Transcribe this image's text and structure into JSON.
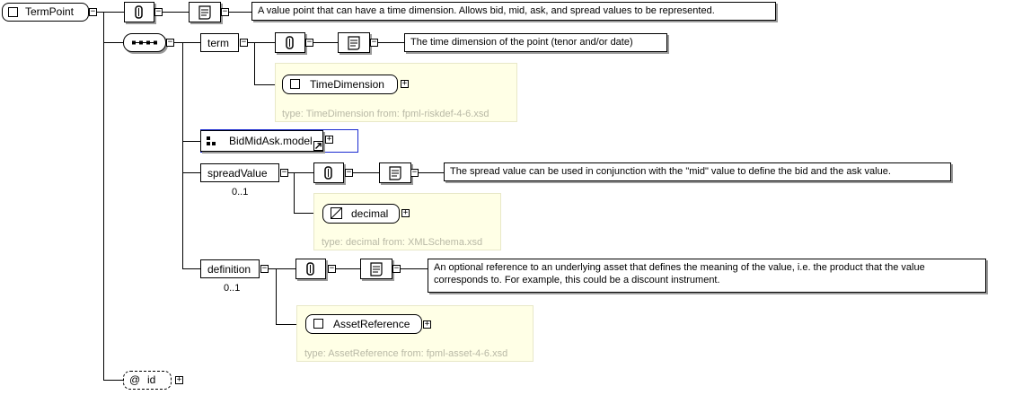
{
  "root": {
    "label": "TermPoint",
    "annotation": "A value point that can have a time dimension. Allows bid, mid, ask, and spread values to be represented."
  },
  "term": {
    "label": "term",
    "annotation": "The time dimension of the point (tenor and/or date)",
    "type_name": "TimeDimension",
    "type_info": "type: TimeDimension from: fpml-riskdef-4-6.xsd"
  },
  "bidmidask": {
    "label": "BidMidAsk.model"
  },
  "spread": {
    "label": "spreadValue",
    "occurrence": "0..1",
    "annotation": "The spread value can be used in conjunction with the \"mid\" value to define the bid and the ask value.",
    "type_name": "decimal",
    "type_info": "type: decimal from: XMLSchema.xsd"
  },
  "definition": {
    "label": "definition",
    "occurrence": "0..1",
    "annotation_line1": "An optional reference to an underlying asset that defines the meaning of the value, i.e. the product that the value",
    "annotation_line2": "corresponds to. For example, this could be a discount instrument.",
    "type_name": "AssetReference",
    "type_info": "type: AssetReference from: fpml-asset-4-6.xsd"
  },
  "attr": {
    "label": "id",
    "at": "@"
  },
  "glyphs": {
    "minus": "−",
    "plus": "+"
  }
}
